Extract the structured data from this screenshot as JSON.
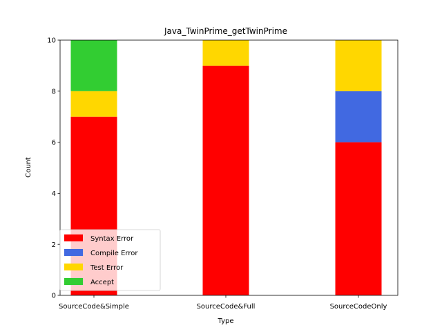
{
  "chart_data": {
    "type": "bar",
    "stacked": true,
    "title": "Java_TwinPrime_getTwinPrime",
    "xlabel": "Type",
    "ylabel": "Count",
    "categories": [
      "SourceCode&Simple",
      "SourceCode&Full",
      "SourceCodeOnly"
    ],
    "ylim": [
      0,
      10
    ],
    "yticks": [
      0,
      2,
      4,
      6,
      8,
      10
    ],
    "grid": false,
    "legend_position": "lower-left",
    "series": [
      {
        "name": "Syntax Error",
        "color": "#ff0000",
        "values": [
          7,
          9,
          6
        ]
      },
      {
        "name": "Compile Error",
        "color": "#4169e1",
        "values": [
          0,
          0,
          2
        ]
      },
      {
        "name": "Test Error",
        "color": "#ffd700",
        "values": [
          1,
          1,
          2
        ]
      },
      {
        "name": "Accept",
        "color": "#32cd32",
        "values": [
          2,
          0,
          0
        ]
      }
    ]
  }
}
